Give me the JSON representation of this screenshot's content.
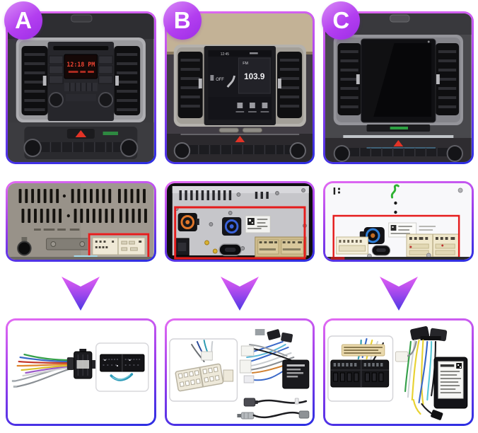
{
  "badges": [
    {
      "label": "A"
    },
    {
      "label": "B"
    },
    {
      "label": "C"
    }
  ],
  "radio_a": {
    "clock": "12:18 PM"
  },
  "radio_b": {
    "status_time": "12:45",
    "band": "FM",
    "frequency": "103.9",
    "climate_state": "OFF"
  },
  "colors": {
    "badge_gradient_start": "#d98cf6",
    "badge_gradient_end": "#9d2de6",
    "panel_border_top": "#e36bf2",
    "panel_border_mid": "#9a3cec",
    "panel_border_bottom": "#2a2ee2",
    "arrow_gradient_top": "#e25ef2",
    "arrow_gradient_bottom": "#4a3ae4",
    "highlight_box_red": "#e51c1c",
    "clock_display_red": "#f04432",
    "wire_green": "#2fb232"
  },
  "icons": {
    "down_arrow": "▼"
  }
}
